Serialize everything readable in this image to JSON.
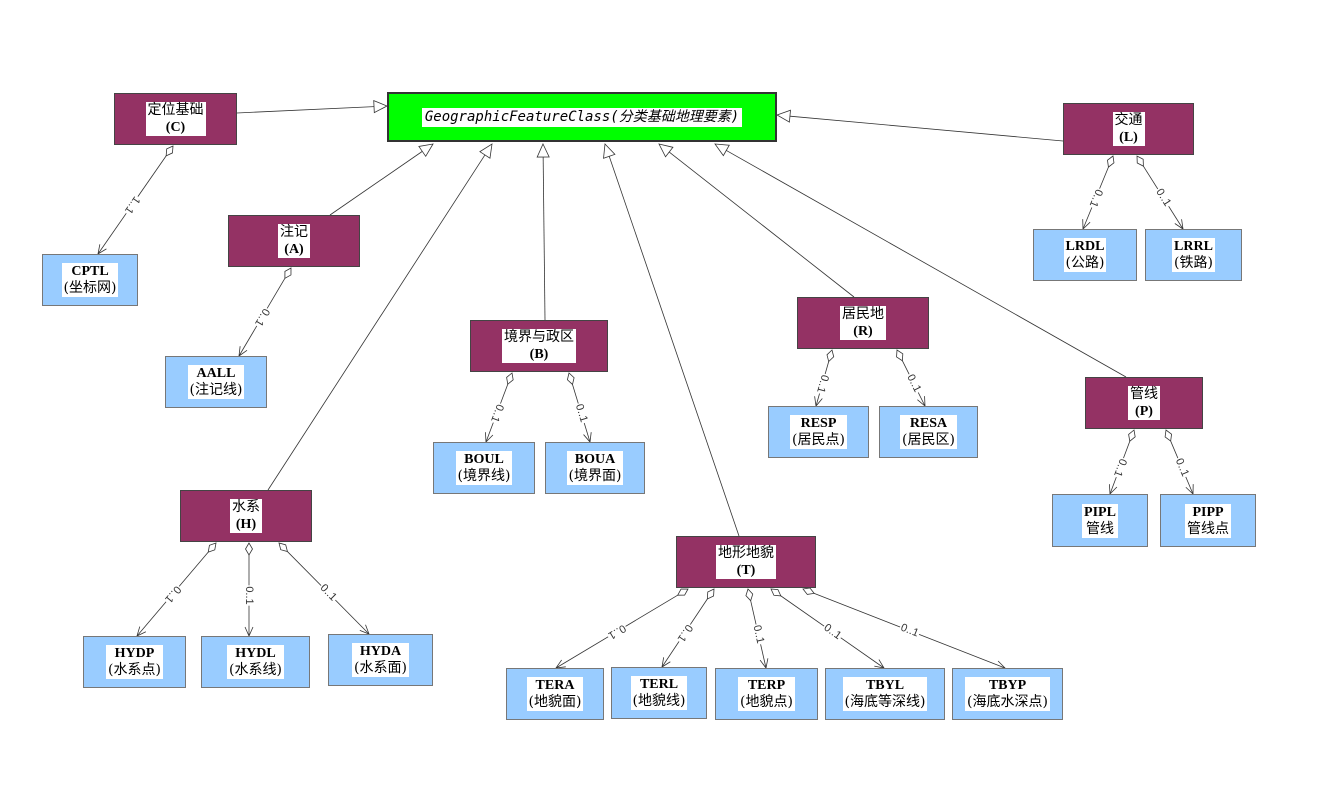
{
  "root": {
    "label": "GeographicFeatureClass(分类基础地理要素)"
  },
  "categories": {
    "C": {
      "name": "定位基础",
      "code": "(C)"
    },
    "A": {
      "name": "注记",
      "code": "(A)"
    },
    "H": {
      "name": "水系",
      "code": "(H)"
    },
    "B": {
      "name": "境界与政区",
      "code": "(B)"
    },
    "T": {
      "name": "地形地貌",
      "code": "(T)"
    },
    "R": {
      "name": "居民地",
      "code": "(R)"
    },
    "P": {
      "name": "管线",
      "code": "(P)"
    },
    "L": {
      "name": "交通",
      "code": "(L)"
    }
  },
  "leaves": {
    "CPTL": {
      "code": "CPTL",
      "name": "(坐标网)"
    },
    "AALL": {
      "code": "AALL",
      "name": "(注记线)"
    },
    "HYDP": {
      "code": "HYDP",
      "name": "(水系点)"
    },
    "HYDL": {
      "code": "HYDL",
      "name": "(水系线)"
    },
    "HYDA": {
      "code": "HYDA",
      "name": "(水系面)"
    },
    "BOUL": {
      "code": "BOUL",
      "name": "(境界线)"
    },
    "BOUA": {
      "code": "BOUA",
      "name": "(境界面)"
    },
    "TERA": {
      "code": "TERA",
      "name": "(地貌面)"
    },
    "TERL": {
      "code": "TERL",
      "name": "(地貌线)"
    },
    "TERP": {
      "code": "TERP",
      "name": "(地貌点)"
    },
    "TBYL": {
      "code": "TBYL",
      "name": "(海底等深线)"
    },
    "TBYP": {
      "code": "TBYP",
      "name": "(海底水深点)"
    },
    "RESP": {
      "code": "RESP",
      "name": "(居民点)"
    },
    "RESA": {
      "code": "RESA",
      "name": "(居民区)"
    },
    "PIPL": {
      "code": "PIPL",
      "name": "管线"
    },
    "PIPP": {
      "code": "PIPP",
      "name": "管线点"
    },
    "LRDL": {
      "code": "LRDL",
      "name": "(公路)"
    },
    "LRRL": {
      "code": "LRRL",
      "name": "(铁路)"
    }
  },
  "multiplicities": {
    "C_CPTL": "1..1",
    "A_AALL": "0..1",
    "H_HYDP": "0..1",
    "H_HYDL": "0..1",
    "H_HYDA": "0..1",
    "B_BOUL": "0..1",
    "B_BOUA": "0..1",
    "T_TERA": "0..1",
    "T_TERL": "0..1",
    "T_TERP": "0..1",
    "T_TBYL": "0..1",
    "T_TBYP": "0..1",
    "R_RESP": "0..1",
    "R_RESA": "0..1",
    "P_PIPL": "0..1",
    "P_PIPP": "0..1",
    "L_LRDL": "0..1",
    "L_LRRL": "0..1"
  },
  "colors": {
    "root": "#00ff00",
    "category": "#943264",
    "leaf": "#99ccff"
  }
}
